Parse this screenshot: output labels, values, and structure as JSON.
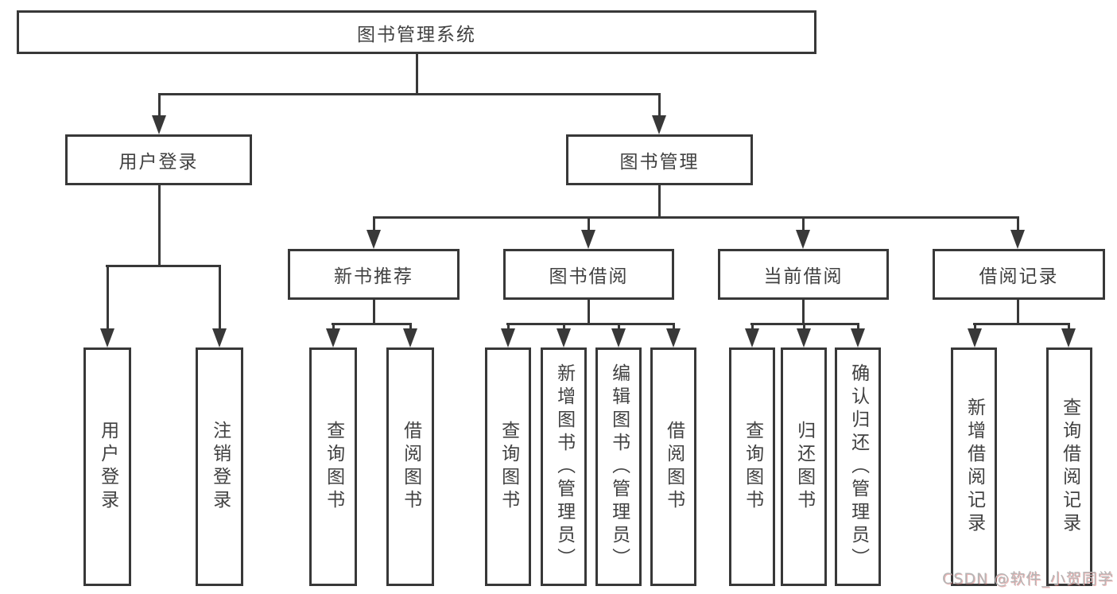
{
  "diagram": {
    "root": {
      "label": "图书管理系统"
    },
    "branches": [
      {
        "label": "用户登录",
        "children": [
          {
            "label": "用户登录"
          },
          {
            "label": "注销登录"
          }
        ]
      },
      {
        "label": "图书管理",
        "groups": [
          {
            "label": "新书推荐",
            "children": [
              {
                "label": "查询图书"
              },
              {
                "label": "借阅图书"
              }
            ]
          },
          {
            "label": "图书借阅",
            "children": [
              {
                "label": "查询图书"
              },
              {
                "label": "新增图书（管理员）"
              },
              {
                "label": "编辑图书（管理员）"
              },
              {
                "label": "借阅图书"
              }
            ]
          },
          {
            "label": "当前借阅",
            "children": [
              {
                "label": "查询图书"
              },
              {
                "label": "归还图书"
              },
              {
                "label": "确认归还（管理员）"
              }
            ]
          },
          {
            "label": "借阅记录",
            "children": [
              {
                "label": "新增借阅记录"
              },
              {
                "label": "查询借阅记录"
              }
            ]
          }
        ]
      }
    ]
  },
  "watermark": {
    "text": "CSDN @软件_小贺同学"
  },
  "colors": {
    "line": "#383838",
    "text": "#414141",
    "background": "#ffffff",
    "watermark_gray": "#b5b5b5",
    "watermark_red_shadow": "#d65c5c"
  }
}
